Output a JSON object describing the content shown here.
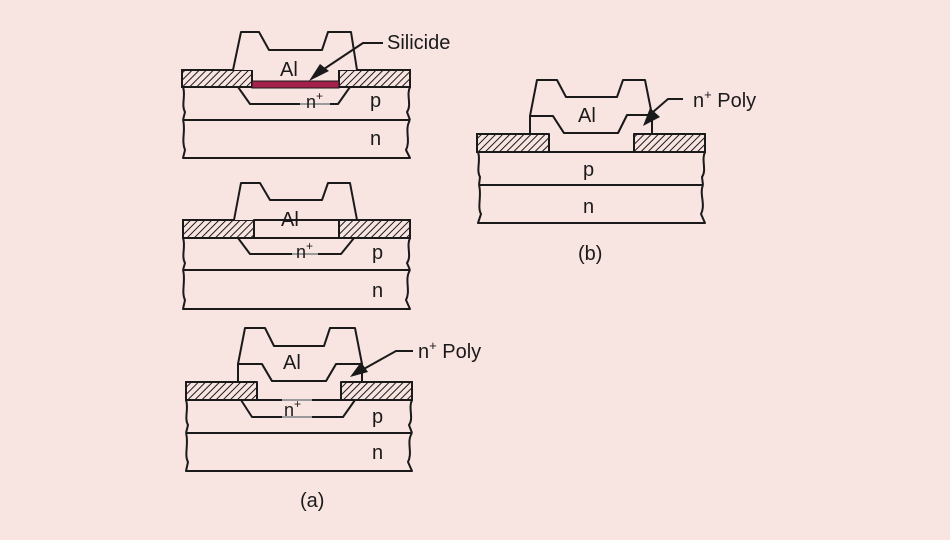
{
  "figure": {
    "background_color": "#f8e4e1",
    "line_color": "#1a1a1a",
    "silicide_color": "#a3214a",
    "panel_a": {
      "caption": "(a)",
      "variants": [
        {
          "name": "silicide-contact",
          "labels": {
            "metal": "Al",
            "diffusion": "n",
            "diffusion_sup": "+",
            "well": "p",
            "substrate": "n",
            "callout": "Silicide"
          }
        },
        {
          "name": "direct-contact",
          "labels": {
            "metal": "Al",
            "diffusion": "n",
            "diffusion_sup": "+",
            "well": "p",
            "substrate": "n"
          }
        },
        {
          "name": "poly-contact",
          "labels": {
            "metal": "Al",
            "diffusion": "n",
            "diffusion_sup": "+",
            "well": "p",
            "substrate": "n",
            "callout": "n",
            "callout_sup": "+",
            "callout_suffix": " Poly"
          }
        }
      ]
    },
    "panel_b": {
      "caption": "(b)",
      "labels": {
        "metal": "Al",
        "well": "p",
        "substrate": "n",
        "callout": "n",
        "callout_sup": "+",
        "callout_suffix": " Poly"
      }
    }
  }
}
